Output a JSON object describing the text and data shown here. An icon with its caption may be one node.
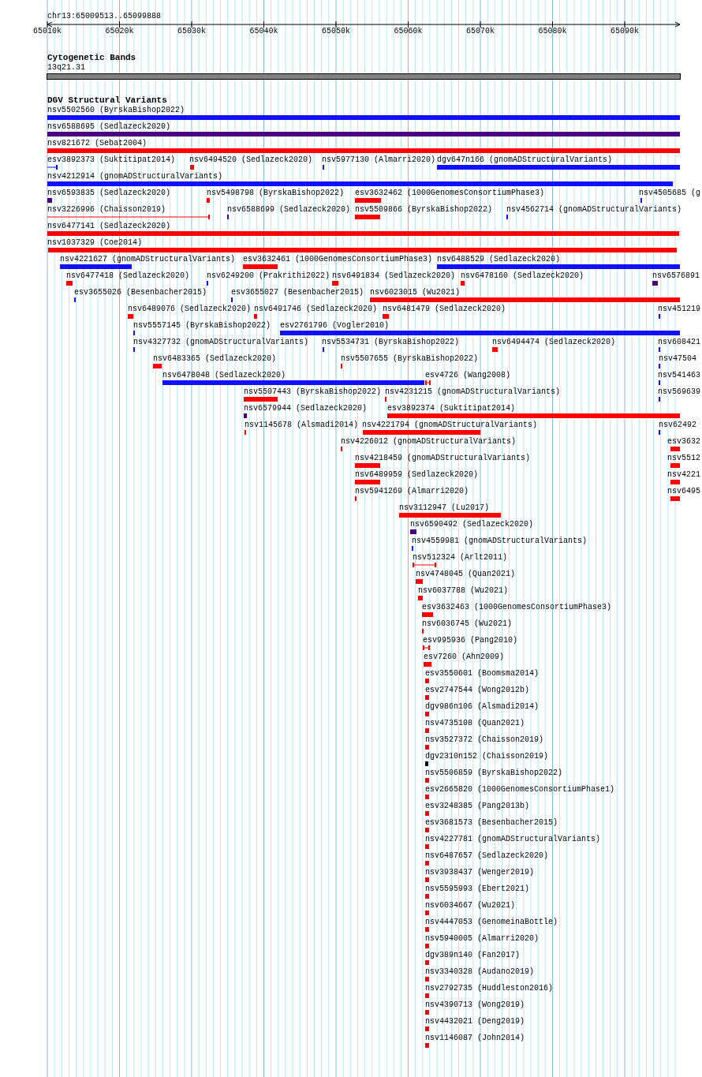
{
  "diagram": {
    "nodes": [
      {
        "text": [
          "nsv5502560 (ByrskaBishop2022)"
        ]
      },
      {
        "text": [
          "nsv6588695 (Sedlazeck2020)"
        ]
      },
      {
        "text": [
          "nsv821672 (Sebat2004)"
        ]
      },
      {
        "text": [
          "esv3892373 (Suktitipat2014)"
        ]
      },
      {
        "text": [
          "nsv6494520 (Sedlazeck2020)"
        ]
      },
      {
        "text": [
          "nsv5977130 (Almarri2020)"
        ]
      },
      {
        "text": [
          "dgv647n166 (gnomADStructuralVariants)"
        ]
      },
      {
        "text": [
          "nsv4212914 (gnomADStructuralVariants)"
        ]
      },
      {
        "text": [
          "nsv6593835 (Sedlazeck2020)"
        ]
      },
      {
        "text": [
          "nsv5498798 (ByrskaBishop2022)"
        ]
      },
      {
        "text": [
          "esv3632462 (1000GenomesConsortiumPhase3)"
        ]
      },
      {
        "text": [
          "nsv4505685 (g"
        ]
      },
      {
        "text": [
          "nsv3226996 (Chaisson2019)"
        ]
      },
      {
        "text": [
          "nsv6588699 (Sedlazeck2020)"
        ]
      },
      {
        "text": [
          "nsv5509866 (ByrskaBishop2022)"
        ]
      },
      {
        "text": [
          "nsv4562714 (gnomADStructuralVariants)"
        ]
      },
      {
        "text": [
          "nsv6477141 (Sedlazeck2020)"
        ]
      },
      {
        "text": [
          "nsv1037329 (Coe2014)"
        ]
      },
      {
        "text": [
          "nsv4221627 (gnomADStructuralVariants)"
        ]
      },
      {
        "text": [
          "esv3632461 (1000GenomesConsortiumPhase3)"
        ]
      },
      {
        "text": [
          "nsv6488529 (Sedlazeck2020)"
        ]
      },
      {
        "text": [
          "nsv6477418 (Sedlazeck2020)"
        ]
      },
      {
        "text": [
          "nsv6249200 (Prakrithi2022)"
        ]
      },
      {
        "text": [
          "nsv6491834 (Sedlazeck2020)"
        ]
      },
      {
        "text": [
          "nsv6478160 (Sedlazeck2020)"
        ]
      },
      {
        "text": [
          "nsv6576891"
        ]
      },
      {
        "text": [
          "esv3655026 (Besenbacher2015)"
        ]
      },
      {
        "text": [
          "esv3655027 (Besenbacher2015)"
        ]
      },
      {
        "text": [
          "nsv6023015 (Wu2021)"
        ]
      },
      {
        "text": [
          "nsv6489076 (Sedlazeck2020)"
        ]
      },
      {
        "text": [
          "nsv6491746 (Sedlazeck2020)"
        ]
      },
      {
        "text": [
          "nsv6481479 (Sedlazeck2020)"
        ]
      },
      {
        "text": [
          "nsv451219"
        ]
      },
      {
        "text": [
          "nsv5557145 (ByrskaBishop2022)"
        ]
      },
      {
        "text": [
          "esv2761796 (Vogler2010)"
        ]
      },
      {
        "text": [
          "nsv4327732 (gnomADStructuralVariants)"
        ]
      },
      {
        "text": [
          "nsv5534731 (ByrskaBishop2022)"
        ]
      },
      {
        "text": [
          "nsv6494474 (Sedlazeck2020)"
        ]
      },
      {
        "text": [
          "nsv608421"
        ]
      },
      {
        "text": [
          "nsv6483365 (Sedlazeck2020)"
        ]
      },
      {
        "text": [
          "nsv5507655 (ByrskaBishop2022)"
        ]
      },
      {
        "text": [
          "nsv47504"
        ]
      },
      {
        "text": [
          "nsv6478048 (Sedlazeck2020)"
        ]
      },
      {
        "text": [
          "esv4726 (Wang2008)"
        ]
      },
      {
        "text": [
          "nsv541463"
        ]
      },
      {
        "text": [
          "nsv5507443 (ByrskaBishop2022)"
        ]
      },
      {
        "text": [
          "nsv4231215 (gnomADStructuralVariants)"
        ]
      },
      {
        "text": [
          "nsv569639"
        ]
      },
      {
        "text": [
          "nsv6579944 (Sedlazeck2020)"
        ]
      },
      {
        "text": [
          "esv3892374 (Suktitipat2014)"
        ]
      },
      {
        "text": [
          "nsv1145678 (Alsmadi2014)"
        ]
      },
      {
        "text": [
          "nsv4221794 (gnomADStructuralVariants)"
        ]
      },
      {
        "text": [
          "nsv62492"
        ]
      },
      {
        "text": [
          "nsv4226012 (gnomADStructuralVariants)"
        ]
      },
      {
        "text": [
          "esv3632"
        ]
      },
      {
        "text": [
          "nsv4218459 (gnomADStructuralVariants)"
        ]
      },
      {
        "text": [
          "nsv5512"
        ]
      },
      {
        "text": [
          "nsv6489959 (Sedlazeck2020)"
        ]
      },
      {
        "text": [
          "nsv4221"
        ]
      },
      {
        "text": [
          "nsv5941269 (Almarri2020)"
        ]
      },
      {
        "text": [
          "nsv6495"
        ]
      },
      {
        "text": [
          "nsv3112947 (Lu2017)"
        ]
      },
      {
        "text": [
          "nsv6590492 (Sedlazeck2020)"
        ]
      },
      {
        "text": [
          "nsv4559981 (gnomADStructuralVariants)"
        ]
      },
      {
        "text": [
          "nsv512324 (Arlt2011)"
        ]
      },
      {
        "text": [
          "nsv4748045 (Quan2021)"
        ]
      },
      {
        "text": [
          "nsv6037788 (Wu2021)"
        ]
      },
      {
        "text": [
          "esv3632463 (1000GenomesConsortiumPhase3)"
        ]
      },
      {
        "text": [
          "nsv6036745 (Wu2021)"
        ]
      },
      {
        "text": [
          "esv995936 (Pang2010)"
        ]
      },
      {
        "text": [
          "esv7260 (Ahn2009)"
        ]
      },
      {
        "text": [
          "esv3550601 (Boomsma2014)"
        ]
      },
      {
        "text": [
          "esv2747544 (Wong2012b)"
        ]
      },
      {
        "text": [
          "dgv986n106 (Alsmadi2014)"
        ]
      },
      {
        "text": [
          "nsv4735108 (Quan2021)"
        ]
      },
      {
        "text": [
          "nsv3527372 (Chaisson2019)"
        ]
      },
      {
        "text": [
          "dgv2310n152 (Chaisson2019)"
        ]
      },
      {
        "text": [
          "nsv5506859 (ByrskaBishop2022)"
        ]
      },
      {
        "text": [
          "esv2665820 (1000GenomesConsortiumPhase1)"
        ]
      },
      {
        "text": [
          "esv3248385 (Pang2013b)"
        ]
      },
      {
        "text": [
          "esv3681573 (Besenbacher2015)"
        ]
      },
      {
        "text": [
          "nsv4227781 (gnomADStructuralVariants)"
        ]
      },
      {
        "text": [
          "nsv6487657 (Sedlazeck2020)"
        ]
      },
      {
        "text": [
          "nsv3938437 (Wenger2019)"
        ]
      },
      {
        "text": [
          "nsv5595993 (Ebert2021)"
        ]
      },
      {
        "text": [
          "nsv6034667 (Wu2021)"
        ]
      },
      {
        "text": [
          "nsv4447053 (GenomeinaBottle)"
        ]
      },
      {
        "text": [
          "nsv5940005 (Almarri2020)"
        ]
      },
      {
        "text": [
          "dgv389n140 (Fan2017)"
        ]
      },
      {
        "text": [
          "nsv3340328 (Audano2019)"
        ]
      },
      {
        "text": [
          "nsv2792735 (Huddleston2016)"
        ]
      },
      {
        "text": [
          "nsv4390713 (Wong2019)"
        ]
      },
      {
        "text": [
          "nsv4432021 (Deng2019)"
        ]
      },
      {
        "text": [
          "nsv1146087 (John2014)"
        ]
      }
    ],
    "labels": [
      "chr13:65009513..65099888",
      "65010k",
      "65020k",
      "65030k",
      "65040k",
      "65050k",
      "65060k",
      "65070k",
      "65080k",
      "65090k",
      "Cytogenetic Bands",
      "13q21.31",
      "DGV Structural Variants"
    ]
  }
}
